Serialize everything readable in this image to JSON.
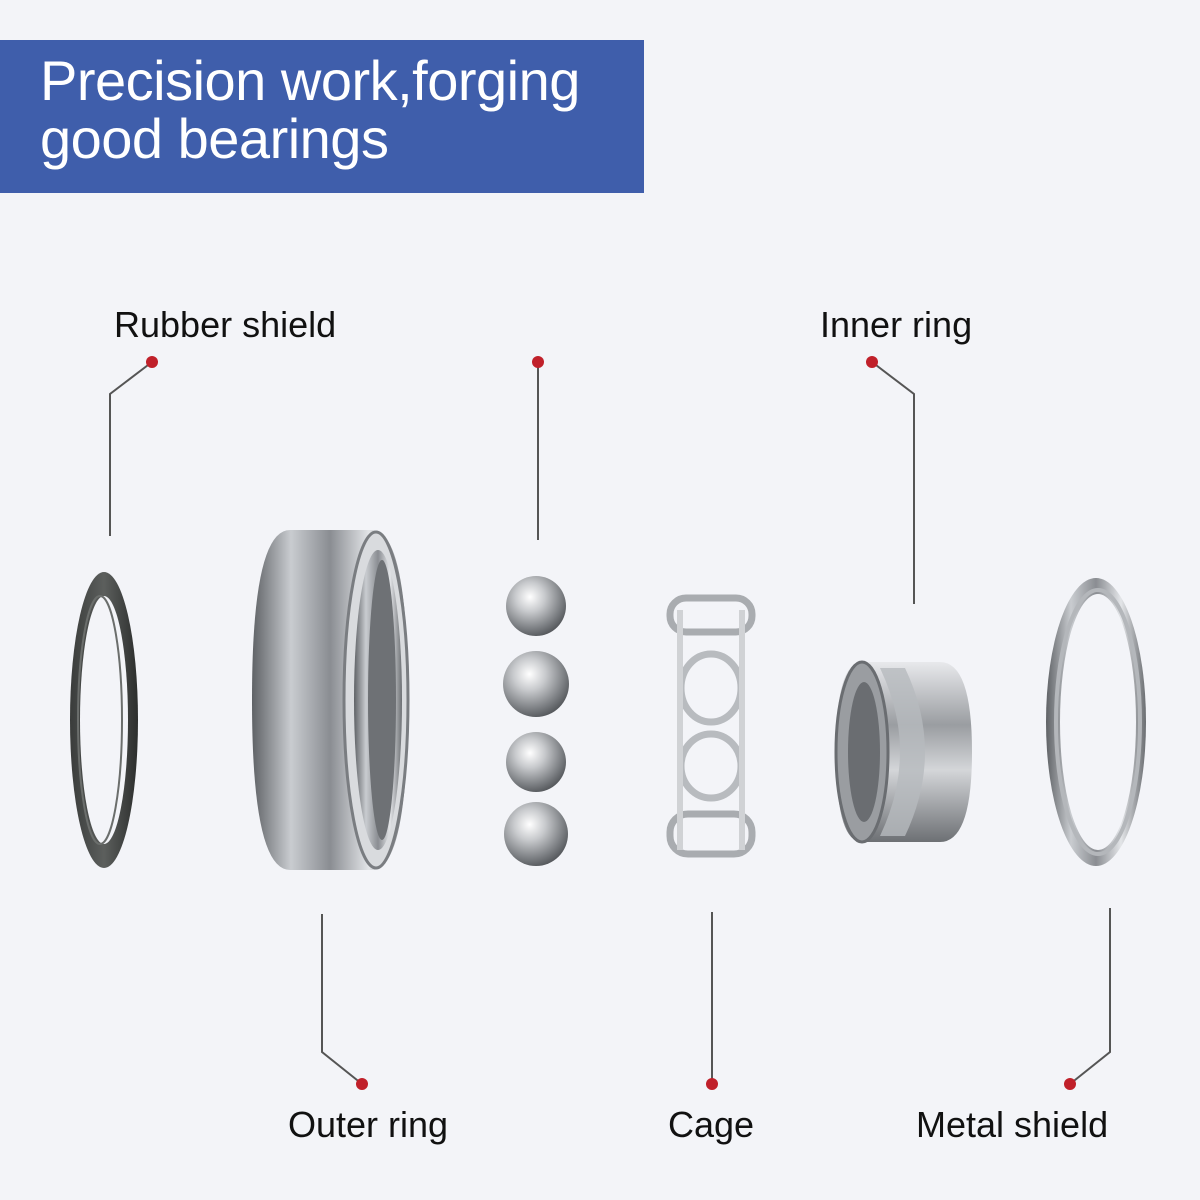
{
  "header": {
    "title_line1": "Precision work,forging",
    "title_line2": "good bearings"
  },
  "labels": {
    "rubber_shield": "Rubber shield",
    "inner_ring": "Inner ring",
    "outer_ring": "Outer ring",
    "cage": "Cage",
    "metal_shield": "Metal shield"
  },
  "colors": {
    "banner": "#3f5eab",
    "background": "#f3f4f8",
    "callout_dot": "#c0202a",
    "callout_line": "#555555"
  }
}
